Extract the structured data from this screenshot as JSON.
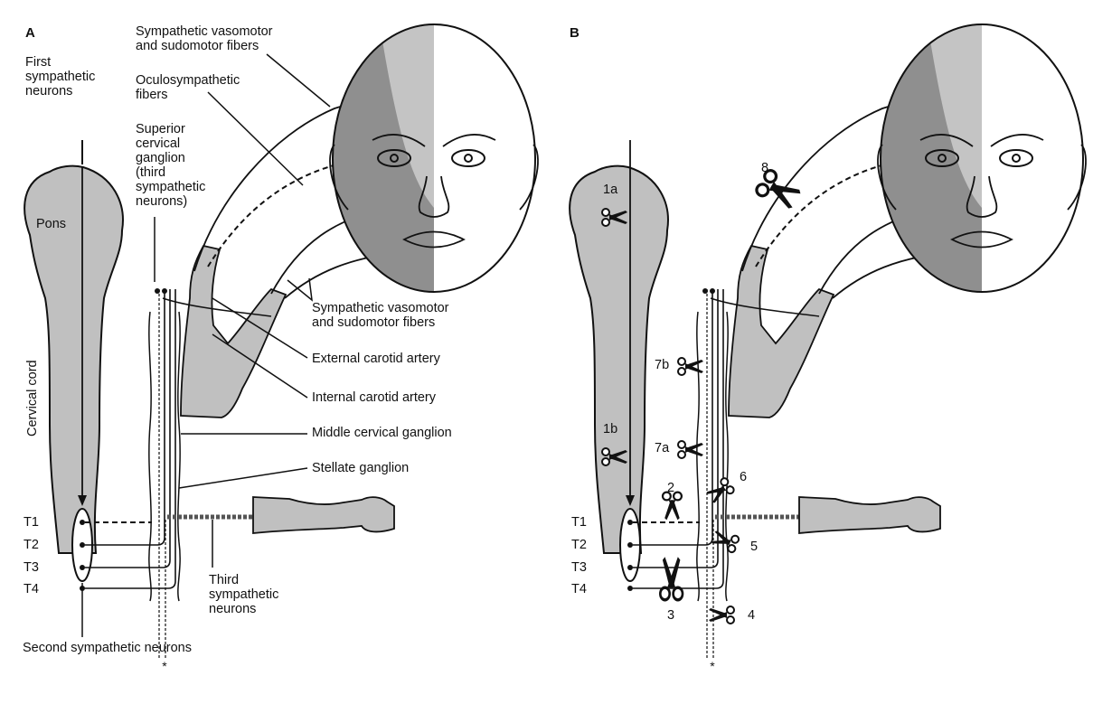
{
  "colors": {
    "tissue_gray": "#c0c0c0",
    "face_dark": "#8f8f8f",
    "face_light": "#c4c4c4",
    "ink": "#111111",
    "background": "#ffffff"
  },
  "panel_a": {
    "letter": "A",
    "labels": {
      "first_neurons": "First\nsympathetic\nneurons",
      "vasomotor_top": "Sympathetic vasomotor\nand sudomotor fibers",
      "oculosympathetic": "Oculosympathetic\nfibers",
      "superior_ganglion": "Superior\ncervical\nganglion\n(third\nsympathetic\nneurons)",
      "pons": "Pons",
      "cervical_cord": "Cervical cord",
      "vasomotor_right": "Sympathetic vasomotor\nand sudomotor fibers",
      "external_carotid": "External carotid artery",
      "internal_carotid": "Internal carotid artery",
      "middle_ganglion": "Middle cervical ganglion",
      "stellate_ganglion": "Stellate ganglion",
      "third_neurons": "Third\nsympathetic\nneurons",
      "second_neurons": "Second sympathetic neurons",
      "t1": "T1",
      "t2": "T2",
      "t3": "T3",
      "t4": "T4",
      "asterisk": "*"
    }
  },
  "panel_b": {
    "letter": "B",
    "labels": {
      "t1": "T1",
      "t2": "T2",
      "t3": "T3",
      "t4": "T4",
      "asterisk": "*"
    },
    "lesion_sites": [
      "1a",
      "1b",
      "2",
      "3",
      "4",
      "5",
      "6",
      "7a",
      "7b",
      "8"
    ]
  }
}
